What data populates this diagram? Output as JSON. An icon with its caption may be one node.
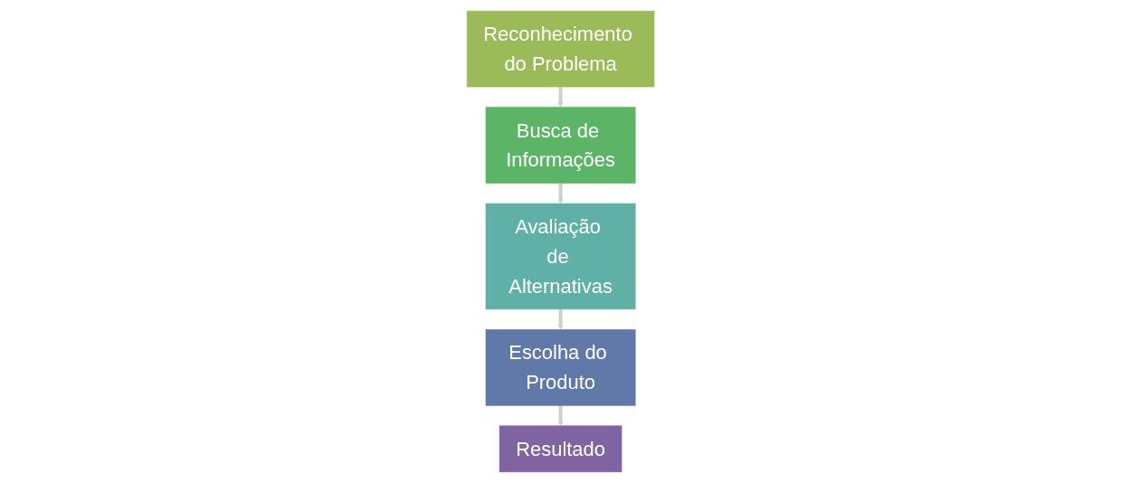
{
  "diagram": {
    "nodes": [
      {
        "text": [
          "Reconhecimento do Problema"
        ]
      },
      {
        "text": [
          "Busca de Informações"
        ]
      },
      {
        "text": [
          "Avaliação de Alternativas"
        ]
      },
      {
        "text": [
          "Escolha do Produto"
        ]
      },
      {
        "text": [
          "Resultado"
        ]
      }
    ],
    "edges": [
      {
        "from": 0,
        "to": 1,
        "arrow": "to"
      },
      {
        "from": 1,
        "to": 2,
        "arrow": "to"
      },
      {
        "from": 2,
        "to": 3,
        "arrow": "to"
      },
      {
        "from": 3,
        "to": 4,
        "arrow": "to"
      }
    ]
  }
}
